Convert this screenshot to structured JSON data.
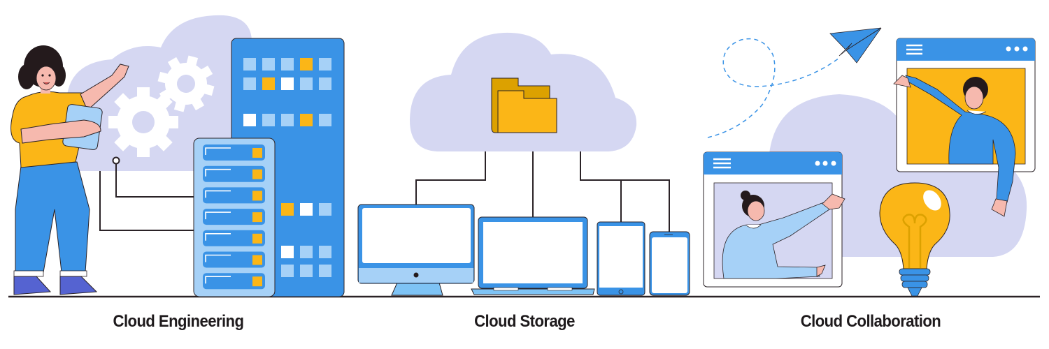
{
  "sections": [
    {
      "id": "cloud-engineering",
      "caption": "Cloud Engineering"
    },
    {
      "id": "cloud-storage",
      "caption": "Cloud Storage"
    },
    {
      "id": "cloud-collaboration",
      "caption": "Cloud Collaboration"
    }
  ],
  "colors": {
    "cloud": "#d5d7f2",
    "blue": "#3a93e6",
    "light_blue": "#a6d1f7",
    "yellow": "#fbb617",
    "dark_yellow": "#dca100",
    "skin": "#f6b9ae",
    "hair": "#241a1c",
    "outline": "#2a2226",
    "white": "#ffffff",
    "shoe": "#5563d1"
  },
  "icons": [
    "gear-icon",
    "folder-icon",
    "paper-plane-icon",
    "lightbulb-icon",
    "menu-icon",
    "more-dots-icon",
    "server-rack-icon",
    "monitor-icon",
    "laptop-icon",
    "tablet-icon",
    "smartphone-icon"
  ]
}
